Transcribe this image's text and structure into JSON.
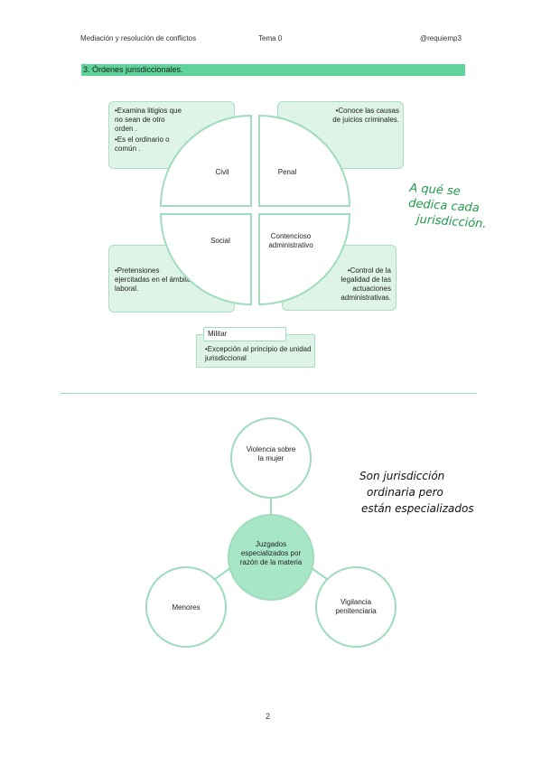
{
  "header": {
    "course": "Mediación y resolución de conflictos",
    "topic": "Tema 0",
    "handle": "@requiemp3"
  },
  "section": {
    "title": "3.   Órdenes jurisdiccionales."
  },
  "quadrants": {
    "civil": {
      "label": "Civil",
      "bullets": [
        "•Examina litigios que no sean de otro orden .",
        "•Es el ordinario o común ."
      ]
    },
    "penal": {
      "label": "Penal",
      "bullets": [
        "•Conoce las causas de juicios criminales."
      ]
    },
    "social": {
      "label": "Social",
      "bullets": [
        "•Pretensiones ejercitadas en el ámbito laboral."
      ]
    },
    "contencioso": {
      "label": "Contencioso administrativo",
      "bullets": [
        "•Control de la legalidad de las actuaciones administrativas."
      ]
    }
  },
  "militar": {
    "label": "Militar",
    "bullet": "•Excepción al principio de unidad jurisdiccional"
  },
  "note1": {
    "lines": [
      "A qué se",
      "dedica cada",
      "jurisdicción."
    ]
  },
  "juzgados": {
    "center": "Juzgados especializados por razón de la materia",
    "top": "Violencia sobre la mujer",
    "left": "Menores",
    "right": "Vigilancia penitenciaria"
  },
  "note2": {
    "lines": [
      "Son jurisdicción",
      "ordinaria pero",
      "están especializados"
    ]
  },
  "footer": {
    "page": "2"
  },
  "colors": {
    "accent": "#5fd49a",
    "light_green": "#dff4e8",
    "border_green": "#9edcbb",
    "center_fill": "#a8e6c8",
    "ink_green": "#1f9a4a"
  }
}
